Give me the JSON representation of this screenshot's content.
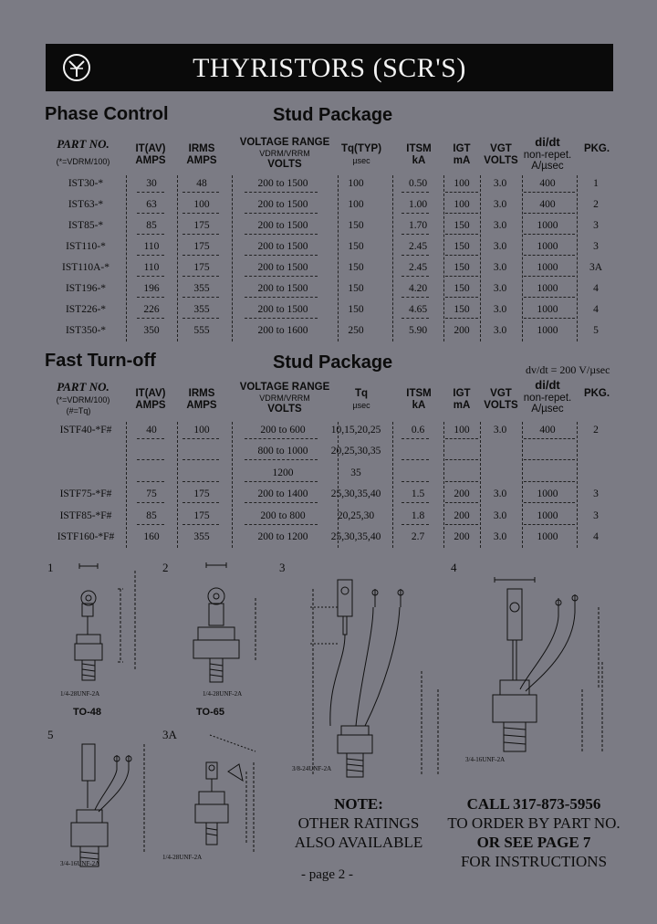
{
  "banner": {
    "title": "THYRISTORS (SCR'S)",
    "logo_icon": "circled-y-logo"
  },
  "phase": {
    "title_left": "Phase Control",
    "title_right": "Stud Package",
    "headers": {
      "part": "PART NO.",
      "part_sub": "(*=VDRM/100)",
      "it": "IT(AV)",
      "it_unit": "AMPS",
      "irms": "IRMS",
      "irms_unit": "AMPS",
      "vr": "VOLTAGE RANGE",
      "vr_sub": "VDRM/VRRM",
      "vr_unit": "VOLTS",
      "tq": "Tq(TYP)",
      "tq_unit": "µsec",
      "itsm": "ITSM",
      "itsm_unit": "kA",
      "igt": "IGT",
      "igt_unit": "mA",
      "vgt": "VGT",
      "vgt_unit": "VOLTS",
      "didt": "di/dt",
      "didt_sub": "non-repet.",
      "didt_unit": "A/µsec",
      "pkg": "PKG."
    },
    "rows": [
      [
        "IST30-*",
        "30",
        "48",
        "200 to 1500",
        "100",
        "0.50",
        "100",
        "3.0",
        "400",
        "1"
      ],
      [
        "IST63-*",
        "63",
        "100",
        "200 to 1500",
        "100",
        "1.00",
        "100",
        "3.0",
        "400",
        "2"
      ],
      [
        "IST85-*",
        "85",
        "175",
        "200 to 1500",
        "150",
        "1.70",
        "150",
        "3.0",
        "1000",
        "3"
      ],
      [
        "IST110-*",
        "110",
        "175",
        "200 to 1500",
        "150",
        "2.45",
        "150",
        "3.0",
        "1000",
        "3"
      ],
      [
        "IST110A-*",
        "110",
        "175",
        "200 to 1500",
        "150",
        "2.45",
        "150",
        "3.0",
        "1000",
        "3A"
      ],
      [
        "IST196-*",
        "196",
        "355",
        "200 to 1500",
        "150",
        "4.20",
        "150",
        "3.0",
        "1000",
        "4"
      ],
      [
        "IST226-*",
        "226",
        "355",
        "200 to 1500",
        "150",
        "4.65",
        "150",
        "3.0",
        "1000",
        "4"
      ],
      [
        "IST350-*",
        "350",
        "555",
        "200 to 1600",
        "250",
        "5.90",
        "200",
        "3.0",
        "1000",
        "5"
      ]
    ]
  },
  "fast": {
    "title_left": "Fast Turn-off",
    "title_right": "Stud Package",
    "dvdt": "dv/dt = 200 V/µsec",
    "headers": {
      "part": "PART NO.",
      "part_sub1": "(*=VDRM/100)",
      "part_sub2": "(#=Tq)",
      "it": "IT(AV)",
      "it_unit": "AMPS",
      "irms": "IRMS",
      "irms_unit": "AMPS",
      "vr": "VOLTAGE RANGE",
      "vr_sub": "VDRM/VRRM",
      "vr_unit": "VOLTS",
      "tq": "Tq",
      "tq_unit": "µsec",
      "itsm": "ITSM",
      "itsm_unit": "kA",
      "igt": "IGT",
      "igt_unit": "mA",
      "vgt": "VGT",
      "vgt_unit": "VOLTS",
      "didt": "di/dt",
      "didt_sub": "non-repet.",
      "didt_unit": "A/µsec",
      "pkg": "PKG."
    },
    "rows": [
      [
        "ISTF40-*F#",
        "40",
        "100",
        "200 to 600",
        "10,15,20,25",
        "0.6",
        "100",
        "3.0",
        "400",
        "2"
      ],
      [
        "",
        "",
        "",
        "800 to 1000",
        "20,25,30,35",
        "",
        "",
        "",
        "",
        ""
      ],
      [
        "",
        "",
        "",
        "1200",
        "35",
        "",
        "",
        "",
        "",
        ""
      ],
      [
        "ISTF75-*F#",
        "75",
        "175",
        "200 to 1400",
        "25,30,35,40",
        "1.5",
        "200",
        "3.0",
        "1000",
        "3"
      ],
      [
        "ISTF85-*F#",
        "85",
        "175",
        "200 to 800",
        "20,25,30",
        "1.8",
        "200",
        "3.0",
        "1000",
        "3"
      ],
      [
        "ISTF160-*F#",
        "160",
        "355",
        "200 to 1200",
        "25,30,35,40",
        "2.7",
        "200",
        "3.0",
        "1000",
        "4"
      ]
    ]
  },
  "figures": {
    "f1": {
      "num": "1",
      "pkg": "TO-48",
      "thread": "1/4-28UNF-2A"
    },
    "f2": {
      "num": "2",
      "pkg": "TO-65",
      "thread": "1/4-28UNF-2A"
    },
    "f3": {
      "num": "3",
      "thread": "3/8-24UNF-2A"
    },
    "f4": {
      "num": "4",
      "thread": "3/4-16UNF-2A"
    },
    "f5": {
      "num": "5",
      "thread": "3/4-16UNF-2A"
    },
    "f3a": {
      "num": "3A",
      "thread": "1/4-28UNF-2A"
    }
  },
  "note": {
    "lines": [
      "NOTE:",
      "OTHER RATINGS",
      "ALSO AVAILABLE"
    ]
  },
  "call": {
    "lines": [
      "CALL 317-873-5956",
      "TO ORDER BY PART NO.",
      "OR SEE PAGE 7",
      "FOR INSTRUCTIONS"
    ]
  },
  "footer": {
    "page": "- page 2 -"
  }
}
